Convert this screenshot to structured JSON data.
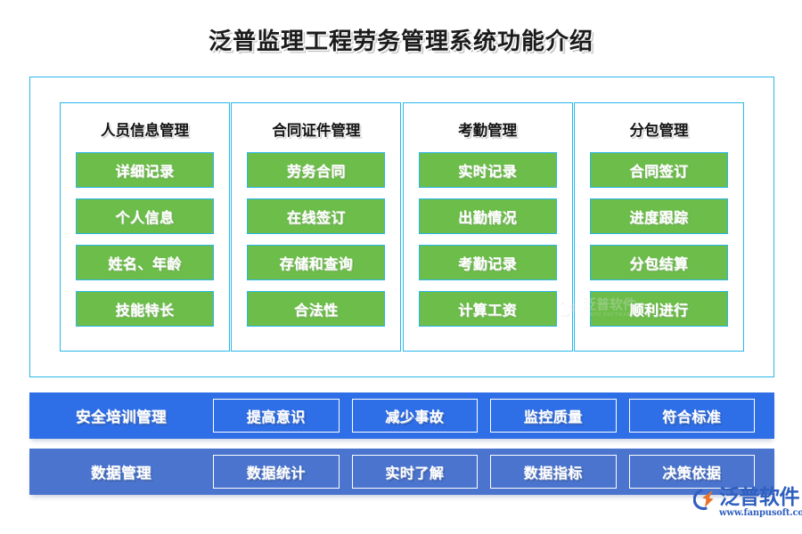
{
  "title": "泛普监理工程劳务管理系统功能介绍",
  "colors": {
    "frame_border": "#29b7ea",
    "green_fill": "#6cbd4a",
    "bar_row1_blue": "#2e6ee6",
    "bar_row2_blue": "#4a74ce",
    "title_text": "#1b1b1b",
    "logo_blue": "#2f5fbf"
  },
  "columns": [
    {
      "title": "人员信息管理",
      "items": [
        "详细记录",
        "个人信息",
        "姓名、年龄",
        "技能特长"
      ]
    },
    {
      "title": "合同证件管理",
      "items": [
        "劳务合同",
        "在线签订",
        "存储和查询",
        "合法性"
      ]
    },
    {
      "title": "考勤管理",
      "items": [
        "实时记录",
        "出勤情况",
        "考勤记录",
        "计算工资"
      ]
    },
    {
      "title": "分包管理",
      "items": [
        "合同签订",
        "进度跟踪",
        "分包结算",
        "顺利进行"
      ]
    }
  ],
  "bars": [
    {
      "heading": "安全培训管理",
      "items": [
        "提高意识",
        "减少事故",
        "监控质量",
        "符合标准"
      ]
    },
    {
      "heading": "数据管理",
      "items": [
        "数据统计",
        "实时了解",
        "数据指标",
        "决策依据"
      ]
    }
  ],
  "watermark": {
    "cn": "泛普软件",
    "en": "FANPU SOFTWARE"
  },
  "logo": {
    "cn": "泛普软件",
    "url": "www.fanpusoft.com"
  }
}
